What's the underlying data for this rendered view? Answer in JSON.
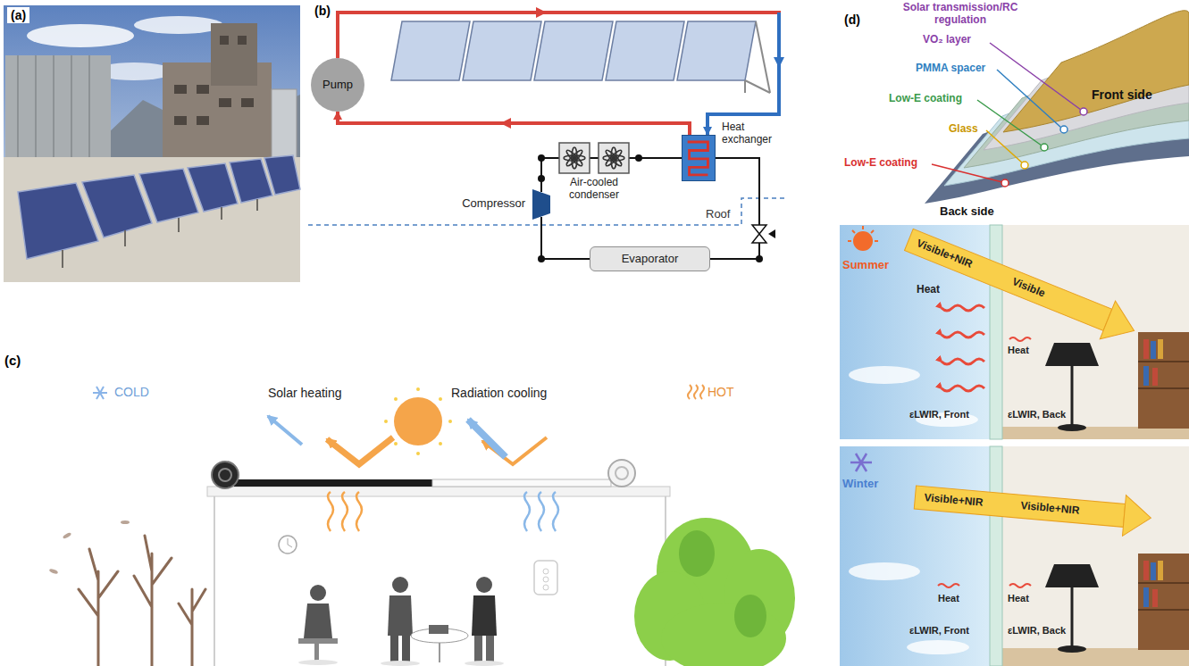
{
  "diagram": {
    "nodes": [
      {
        "text": [
          "Pump"
        ]
      },
      {
        "text": [
          "Heat exchanger"
        ]
      },
      {
        "text": [
          "Air-cooled condenser"
        ]
      },
      {
        "text": [
          "Compressor"
        ]
      },
      {
        "text": [
          "Evaporator"
        ]
      }
    ],
    "edges": [
      {
        "from": 0,
        "to": 1,
        "arrow": "to"
      },
      {
        "from": 1,
        "to": 0,
        "arrow": "to"
      },
      {
        "from": 3,
        "to": 2,
        "arrow": "none"
      },
      {
        "from": 2,
        "to": 1,
        "arrow": "none"
      },
      {
        "from": 1,
        "to": 4,
        "arrow": "none"
      },
      {
        "from": 4,
        "to": 3,
        "arrow": "none"
      }
    ],
    "labels": [
      "(a)",
      "(b)",
      "(c)",
      "(d)",
      "Roof",
      "COLD",
      "Solar heating",
      "Radiation cooling",
      "HOT",
      "Solar transmission/RC regulation",
      "VO₂ layer",
      "PMMA spacer",
      "Low-E coating",
      "Glass",
      "Low-E coating",
      "Front side",
      "Back side",
      "Summer",
      "Visible+NIR",
      "Visible",
      "Heat",
      "Heat",
      "εLWIR, Front",
      "εLWIR, Back",
      "Winter",
      "Visible+NIR",
      "Visible+NIR",
      "Heat",
      "Heat",
      "εLWIR, Front",
      "εLWIR, Back"
    ]
  }
}
